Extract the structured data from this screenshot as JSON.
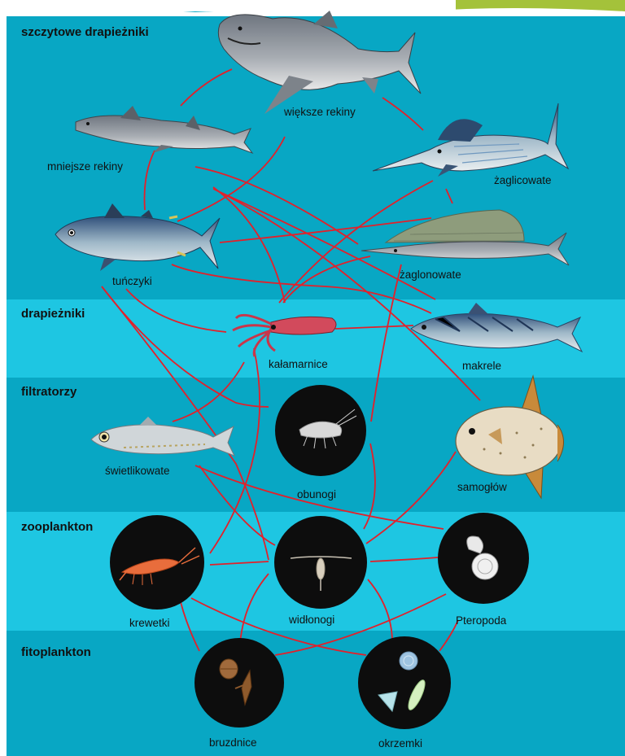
{
  "colors": {
    "band_dark": "#08a7c4",
    "band_light": "#1ec6e2",
    "link": "#e3202a",
    "circle": "#0d0d0d",
    "accent_green": "#a4c23a"
  },
  "bands": [
    {
      "id": "apex",
      "label": "szczytowe drapieżniki",
      "tone": "dark"
    },
    {
      "id": "pred",
      "label": "drapieżniki",
      "tone": "light"
    },
    {
      "id": "filter",
      "label": "filtratorzy",
      "tone": "dark"
    },
    {
      "id": "zoo",
      "label": "zooplankton",
      "tone": "light"
    },
    {
      "id": "phyto",
      "label": "fitoplankton",
      "tone": "dark"
    }
  ],
  "nodes": {
    "wieksze_rekiny": {
      "label": "większe rekiny",
      "icon": "great-white-shark-icon"
    },
    "mniejsze_rekiny": {
      "label": "mniejsze rekiny",
      "icon": "small-shark-icon"
    },
    "zaglicowate": {
      "label": "żaglicowate",
      "icon": "marlin-icon"
    },
    "tunczyki": {
      "label": "tuńczyki",
      "icon": "tuna-icon"
    },
    "zaglonowate": {
      "label": "żaglonowate",
      "icon": "sailfish-icon"
    },
    "kalamarnice": {
      "label": "kałamarnice",
      "icon": "squid-icon"
    },
    "makrele": {
      "label": "makrele",
      "icon": "mackerel-icon"
    },
    "swietlikowate": {
      "label": "świetlikowate",
      "icon": "lanternfish-icon"
    },
    "obunogi": {
      "label": "obunogi",
      "icon": "amphipod-icon"
    },
    "samoglow": {
      "label": "samogłów",
      "icon": "sunfish-icon"
    },
    "krewetki": {
      "label": "krewetki",
      "icon": "shrimp-icon"
    },
    "widlonogi": {
      "label": "widłonogi",
      "icon": "copepod-icon"
    },
    "pteropoda": {
      "label": "Pteropoda",
      "icon": "pteropod-icon"
    },
    "bruzdnice": {
      "label": "bruzdnice",
      "icon": "dinoflagellate-icon"
    },
    "okrzemki": {
      "label": "okrzemki",
      "icon": "diatom-icon"
    }
  }
}
